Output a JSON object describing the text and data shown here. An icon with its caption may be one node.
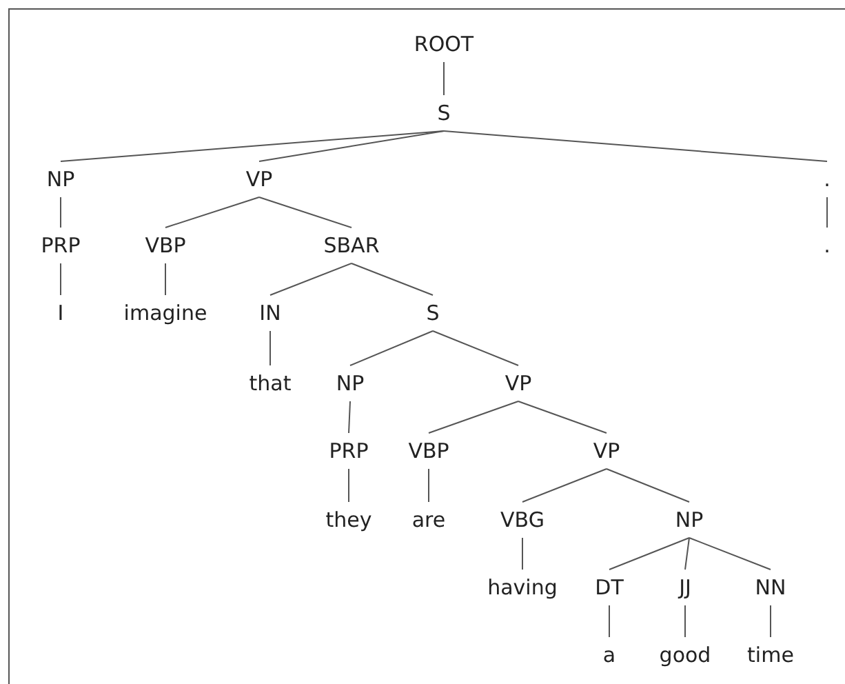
{
  "diagram": {
    "nodes": [
      {
        "text": [
          "ROOT"
        ]
      },
      {
        "text": [
          "S"
        ]
      },
      {
        "text": [
          "NP"
        ]
      },
      {
        "text": [
          "VP"
        ]
      },
      {
        "text": [
          "."
        ]
      },
      {
        "text": [
          "PRP"
        ]
      },
      {
        "text": [
          "VBP"
        ]
      },
      {
        "text": [
          "SBAR"
        ]
      },
      {
        "text": [
          "."
        ]
      },
      {
        "text": [
          "I"
        ]
      },
      {
        "text": [
          "imagine"
        ]
      },
      {
        "text": [
          "IN"
        ]
      },
      {
        "text": [
          "S"
        ]
      },
      {
        "text": [
          "that"
        ]
      },
      {
        "text": [
          "NP"
        ]
      },
      {
        "text": [
          "VP"
        ]
      },
      {
        "text": [
          "PRP"
        ]
      },
      {
        "text": [
          "VBP"
        ]
      },
      {
        "text": [
          "VP"
        ]
      },
      {
        "text": [
          "they"
        ]
      },
      {
        "text": [
          "are"
        ]
      },
      {
        "text": [
          "VBG"
        ]
      },
      {
        "text": [
          "NP"
        ]
      },
      {
        "text": [
          "having"
        ]
      },
      {
        "text": [
          "DT"
        ]
      },
      {
        "text": [
          "JJ"
        ]
      },
      {
        "text": [
          "NN"
        ]
      },
      {
        "text": [
          "a"
        ]
      },
      {
        "text": [
          "good"
        ]
      },
      {
        "text": [
          "time"
        ]
      }
    ],
    "edges": [
      {
        "from": 0,
        "to": 1,
        "arrow": "none"
      },
      {
        "from": 1,
        "to": 2,
        "arrow": "none"
      },
      {
        "from": 1,
        "to": 3,
        "arrow": "none"
      },
      {
        "from": 1,
        "to": 4,
        "arrow": "none"
      },
      {
        "from": 2,
        "to": 5,
        "arrow": "none"
      },
      {
        "from": 3,
        "to": 6,
        "arrow": "none"
      },
      {
        "from": 3,
        "to": 7,
        "arrow": "none"
      },
      {
        "from": 4,
        "to": 8,
        "arrow": "none"
      },
      {
        "from": 5,
        "to": 9,
        "arrow": "none"
      },
      {
        "from": 6,
        "to": 10,
        "arrow": "none"
      },
      {
        "from": 7,
        "to": 11,
        "arrow": "none"
      },
      {
        "from": 7,
        "to": 12,
        "arrow": "none"
      },
      {
        "from": 11,
        "to": 13,
        "arrow": "none"
      },
      {
        "from": 12,
        "to": 14,
        "arrow": "none"
      },
      {
        "from": 12,
        "to": 15,
        "arrow": "none"
      },
      {
        "from": 14,
        "to": 16,
        "arrow": "none"
      },
      {
        "from": 15,
        "to": 17,
        "arrow": "none"
      },
      {
        "from": 15,
        "to": 18,
        "arrow": "none"
      },
      {
        "from": 16,
        "to": 19,
        "arrow": "none"
      },
      {
        "from": 17,
        "to": 20,
        "arrow": "none"
      },
      {
        "from": 18,
        "to": 21,
        "arrow": "none"
      },
      {
        "from": 18,
        "to": 22,
        "arrow": "none"
      },
      {
        "from": 21,
        "to": 23,
        "arrow": "none"
      },
      {
        "from": 22,
        "to": 24,
        "arrow": "none"
      },
      {
        "from": 22,
        "to": 25,
        "arrow": "none"
      },
      {
        "from": 22,
        "to": 26,
        "arrow": "none"
      },
      {
        "from": 24,
        "to": 27,
        "arrow": "none"
      },
      {
        "from": 25,
        "to": 28,
        "arrow": "none"
      },
      {
        "from": 26,
        "to": 29,
        "arrow": "none"
      }
    ]
  }
}
